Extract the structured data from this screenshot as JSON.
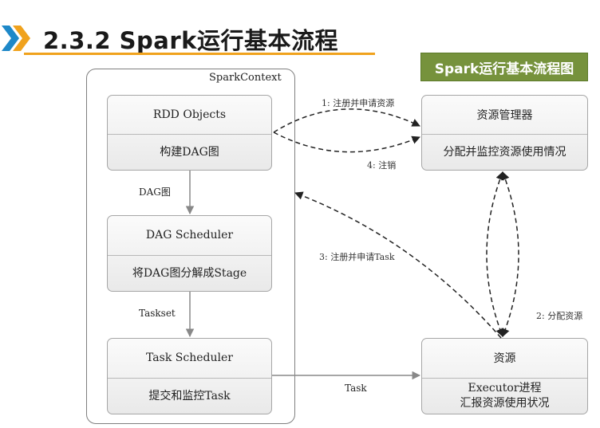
{
  "header": {
    "title": "2.3.2 Spark运行基本流程"
  },
  "legend": {
    "label": "Spark运行基本流程图"
  },
  "container": {
    "label": "SparkContext"
  },
  "nodes": {
    "rdd": {
      "title": "RDD Objects",
      "body": "构建DAG图"
    },
    "dag": {
      "title": "DAG Scheduler",
      "body": "将DAG图分解成Stage"
    },
    "task": {
      "title": "Task Scheduler",
      "body": "提交和监控Task"
    },
    "rm": {
      "title": "资源管理器",
      "body": "分配并监控资源使用情况"
    },
    "res": {
      "title": "资源",
      "body1": "Executor进程",
      "body2": "汇报资源使用状况"
    }
  },
  "edges": {
    "dag_graph": "DAG图",
    "taskset": "Taskset",
    "task": "Task",
    "step1": "1: 注册并申请资源",
    "step4": "4: 注销",
    "step3": "3: 注册并申请Task",
    "step2": "2: 分配资源"
  },
  "colors": {
    "accent": "#f0a21d",
    "legend_bg": "#76923c",
    "arrow": "#222222"
  }
}
